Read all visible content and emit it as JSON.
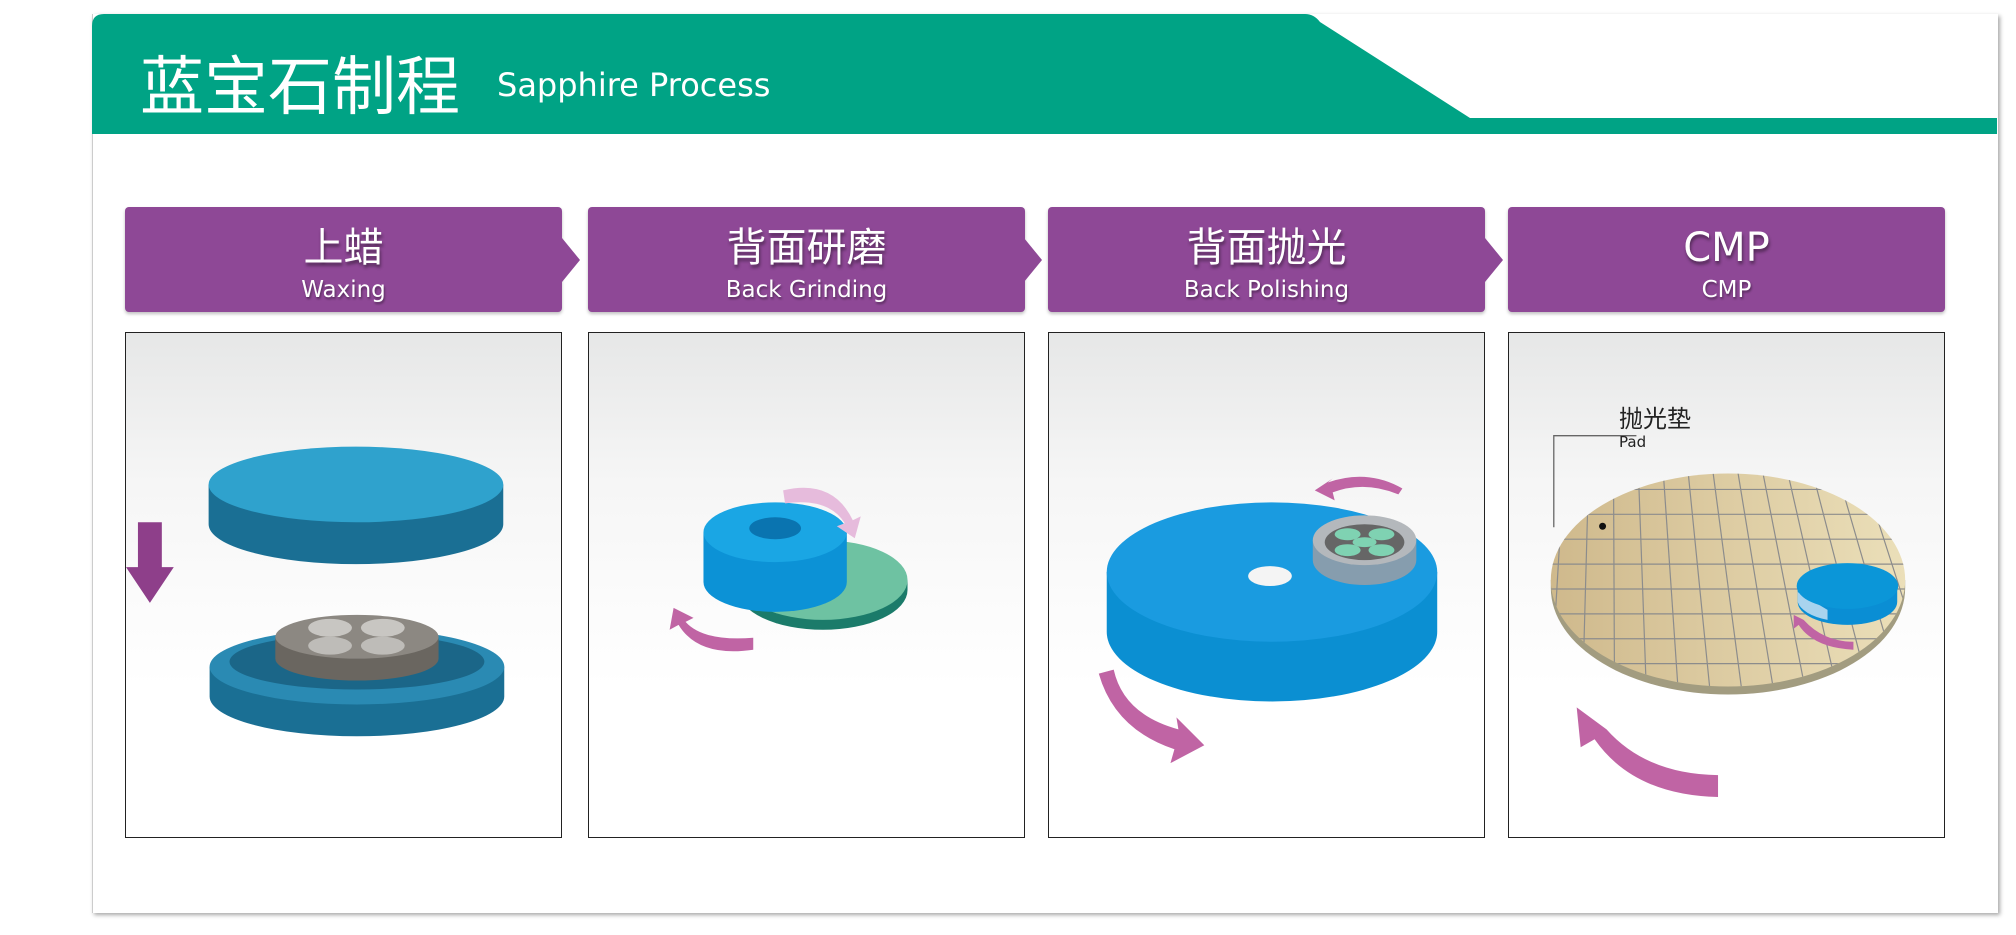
{
  "header": {
    "title": "蓝宝石制程",
    "subtitle": "Sapphire Process"
  },
  "colors": {
    "header": "#00a385",
    "step": "#8e4896",
    "arrow": "#c064a4",
    "blue": "#0a9ad8",
    "teal_disc": "#2f8a8f"
  },
  "steps": [
    {
      "zh": "上蜡",
      "en": "Waxing"
    },
    {
      "zh": "背面研磨",
      "en": "Back Grinding"
    },
    {
      "zh": "背面抛光",
      "en": "Back Polishing"
    },
    {
      "zh": "CMP",
      "en": "CMP"
    }
  ],
  "pad_label": {
    "zh": "抛光垫",
    "en": "Pad"
  }
}
